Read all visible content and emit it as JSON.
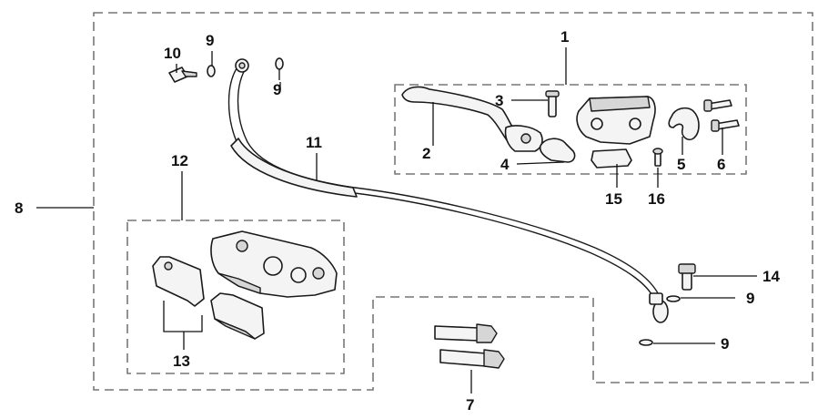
{
  "diagram": {
    "labels": {
      "l1": "1",
      "l2": "2",
      "l3": "3",
      "l4": "4",
      "l5": "5",
      "l6": "6",
      "l7": "7",
      "l8": "8",
      "l9a": "9",
      "l9b": "9",
      "l9c": "9",
      "l9d": "9",
      "l10": "10",
      "l11": "11",
      "l12": "12",
      "l13": "13",
      "l14": "14",
      "l15": "15",
      "l16": "16"
    }
  }
}
